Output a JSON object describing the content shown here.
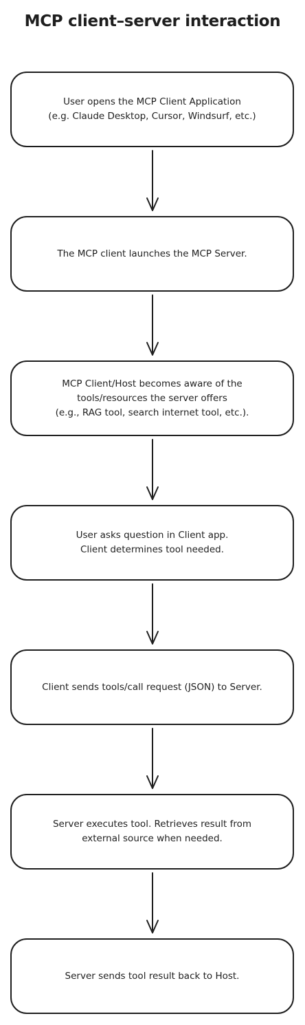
{
  "title": "MCP client–server interaction",
  "steps": [
    {
      "text": "User opens the MCP Client Application\n(e.g. Claude Desktop, Cursor, Windsurf, etc.)"
    },
    {
      "text": "The MCP client launches the MCP Server."
    },
    {
      "text": "MCP Client/Host becomes aware of the\ntools/resources the server offers\n(e.g., RAG tool, search internet tool, etc.)."
    },
    {
      "text": "User asks question in Client app.\nClient determines tool needed."
    },
    {
      "text": "Client sends tools/call request (JSON) to Server."
    },
    {
      "text": "Server executes tool. Retrieves result from\nexternal source when needed."
    },
    {
      "text": "Server sends tool result back to Host."
    }
  ],
  "colors": {
    "stroke": "#1e1e1e",
    "background": "#ffffff"
  }
}
